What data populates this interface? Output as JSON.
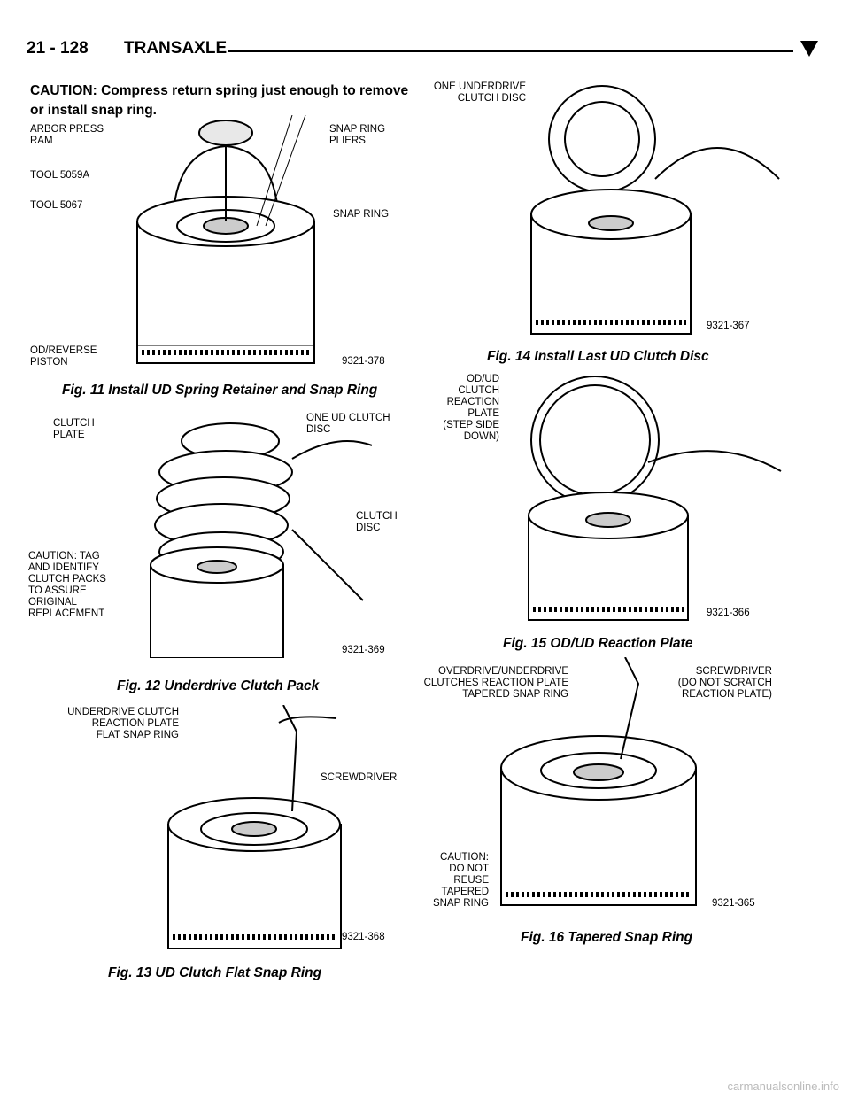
{
  "header": {
    "page_number": "21 - 128",
    "section": "TRANSAXLE"
  },
  "caution_text": "CAUTION: Compress return spring just enough to remove or install snap ring.",
  "figures": {
    "fig11": {
      "caption": "Fig. 11 Install UD Spring Retainer and Snap Ring",
      "code": "9321-378",
      "labels": {
        "arbor_ram": "ARBOR PRESS\nRAM",
        "pliers": "SNAP RING\nPLIERS",
        "tool_5059a": "TOOL 5059A",
        "tool_5067": "TOOL 5067",
        "snap_ring": "SNAP RING",
        "piston": "OD/REVERSE\nPISTON"
      }
    },
    "fig12": {
      "caption": "Fig. 12 Underdrive Clutch Pack",
      "code": "9321-369",
      "labels": {
        "clutch_plate": "CLUTCH\nPLATE",
        "one_disc": "ONE UD CLUTCH\nDISC",
        "clutch_disc": "CLUTCH\nDISC",
        "caution": "CAUTION: TAG\nAND IDENTIFY\nCLUTCH PACKS\nTO ASSURE\nORIGINAL\nREPLACEMENT"
      }
    },
    "fig13": {
      "caption": "Fig. 13 UD Clutch Flat Snap Ring",
      "code": "9321-368",
      "labels": {
        "ring": "UNDERDRIVE CLUTCH\nREACTION PLATE\nFLAT SNAP RING",
        "screwdriver": "SCREWDRIVER"
      }
    },
    "fig14": {
      "caption": "Fig. 14 Install Last UD Clutch Disc",
      "code": "9321-367",
      "labels": {
        "disc": "ONE UNDERDRIVE\nCLUTCH DISC"
      }
    },
    "fig15": {
      "caption": "Fig. 15 OD/UD Reaction Plate",
      "code": "9321-366",
      "labels": {
        "plate": "OD/UD CLUTCH\nREACTION\nPLATE\n(STEP SIDE\nDOWN)"
      }
    },
    "fig16": {
      "caption": "Fig. 16 Tapered Snap Ring",
      "code": "9321-365",
      "labels": {
        "ring": "OVERDRIVE/UNDERDRIVE\nCLUTCHES REACTION PLATE\nTAPERED SNAP RING",
        "screwdriver": "SCREWDRIVER\n(DO NOT SCRATCH\nREACTION PLATE)",
        "caution": "CAUTION:\nDO NOT\nREUSE\nTAPERED\nSNAP RING"
      }
    }
  },
  "watermark": "carmanualsonline.info"
}
